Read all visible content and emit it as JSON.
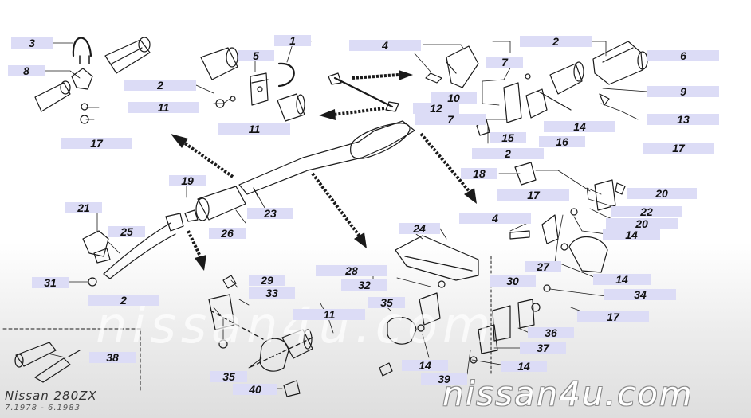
{
  "diagram": {
    "model": "Nissan 280ZX",
    "years": "7.1978 - 6.1983",
    "watermark": "nissan4u.com",
    "watermark_faint": "nissan4u.com",
    "part_numbers": {
      "c3": "3",
      "c8": "8",
      "c2a": "2",
      "c11a": "11",
      "c17a": "17",
      "c5": "5",
      "c1": "1",
      "c11b": "11",
      "c4a": "4",
      "c2b": "2",
      "c6": "6",
      "c7a": "7",
      "c9": "9",
      "c10": "10",
      "c12": "12",
      "c7b": "7",
      "c13": "13",
      "c14a": "14",
      "c15": "15",
      "c16": "16",
      "c2c": "2",
      "c17b": "17",
      "c18": "18",
      "c17c": "17",
      "c20a": "20",
      "c22": "22",
      "c20b": "20",
      "c4b": "4",
      "c14b": "14",
      "c27": "27",
      "c14c": "14",
      "c19": "19",
      "c21": "21",
      "c23": "23",
      "c25": "25",
      "c26": "26",
      "c24": "24",
      "c31": "31",
      "c28": "28",
      "c29": "29",
      "c32": "32",
      "c30": "30",
      "c2d": "2",
      "c33": "33",
      "c34": "34",
      "c35a": "35",
      "c11c": "11",
      "c17d": "17",
      "c36": "36",
      "c37": "37",
      "c38": "38",
      "c14d": "14",
      "c14e": "14",
      "c39": "39",
      "c35b": "35",
      "c40": "40"
    }
  }
}
